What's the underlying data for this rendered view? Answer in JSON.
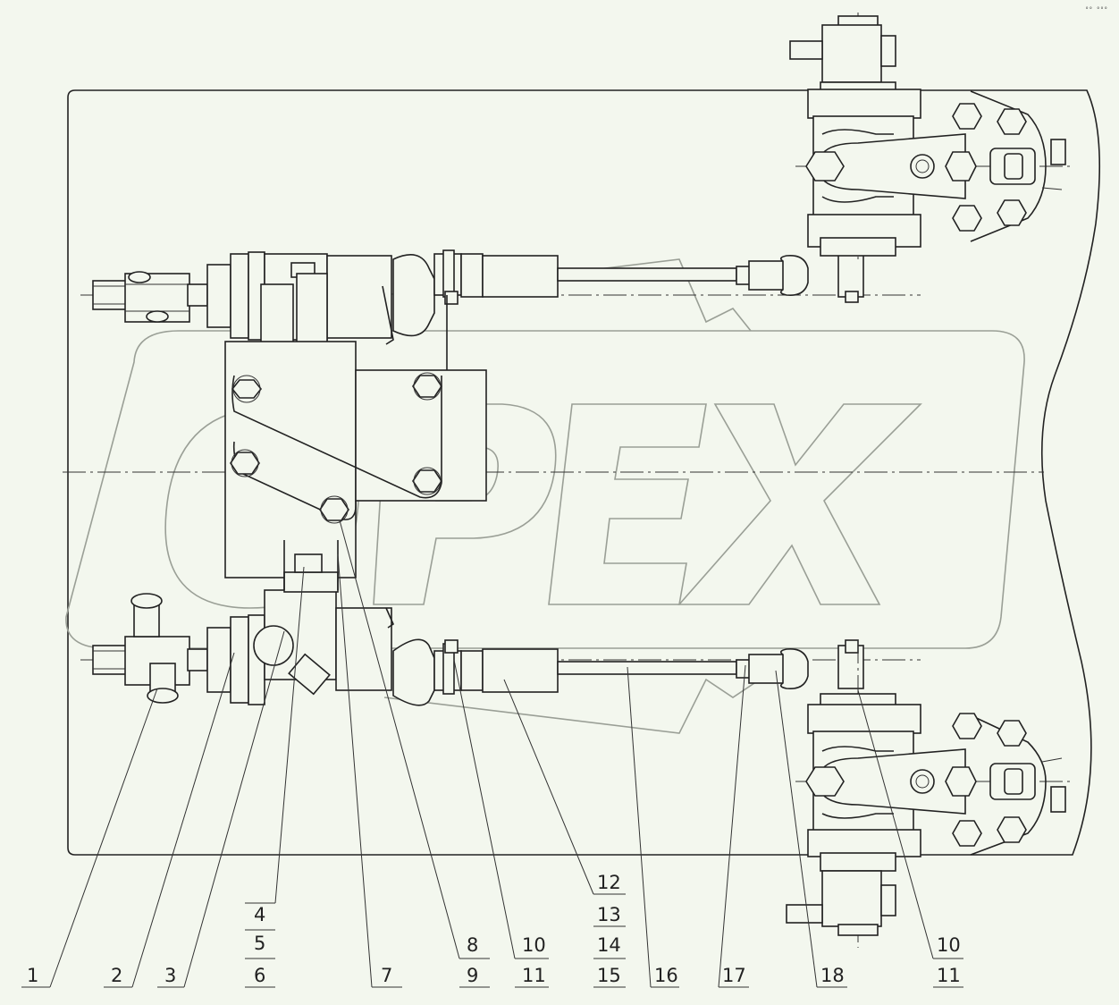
{
  "watermark": "OPEX",
  "corner_mark": "°° °°°",
  "callouts": {
    "c1": "1",
    "c2": "2",
    "c3": "3",
    "c4": "4",
    "c5": "5",
    "c6": "6",
    "c7": "7",
    "c8": "8",
    "c9": "9",
    "c10a": "10",
    "c11a": "11",
    "c12": "12",
    "c13": "13",
    "c14": "14",
    "c15": "15",
    "c16": "16",
    "c17": "17",
    "c18": "18",
    "c10b": "10",
    "c11b": "11"
  }
}
